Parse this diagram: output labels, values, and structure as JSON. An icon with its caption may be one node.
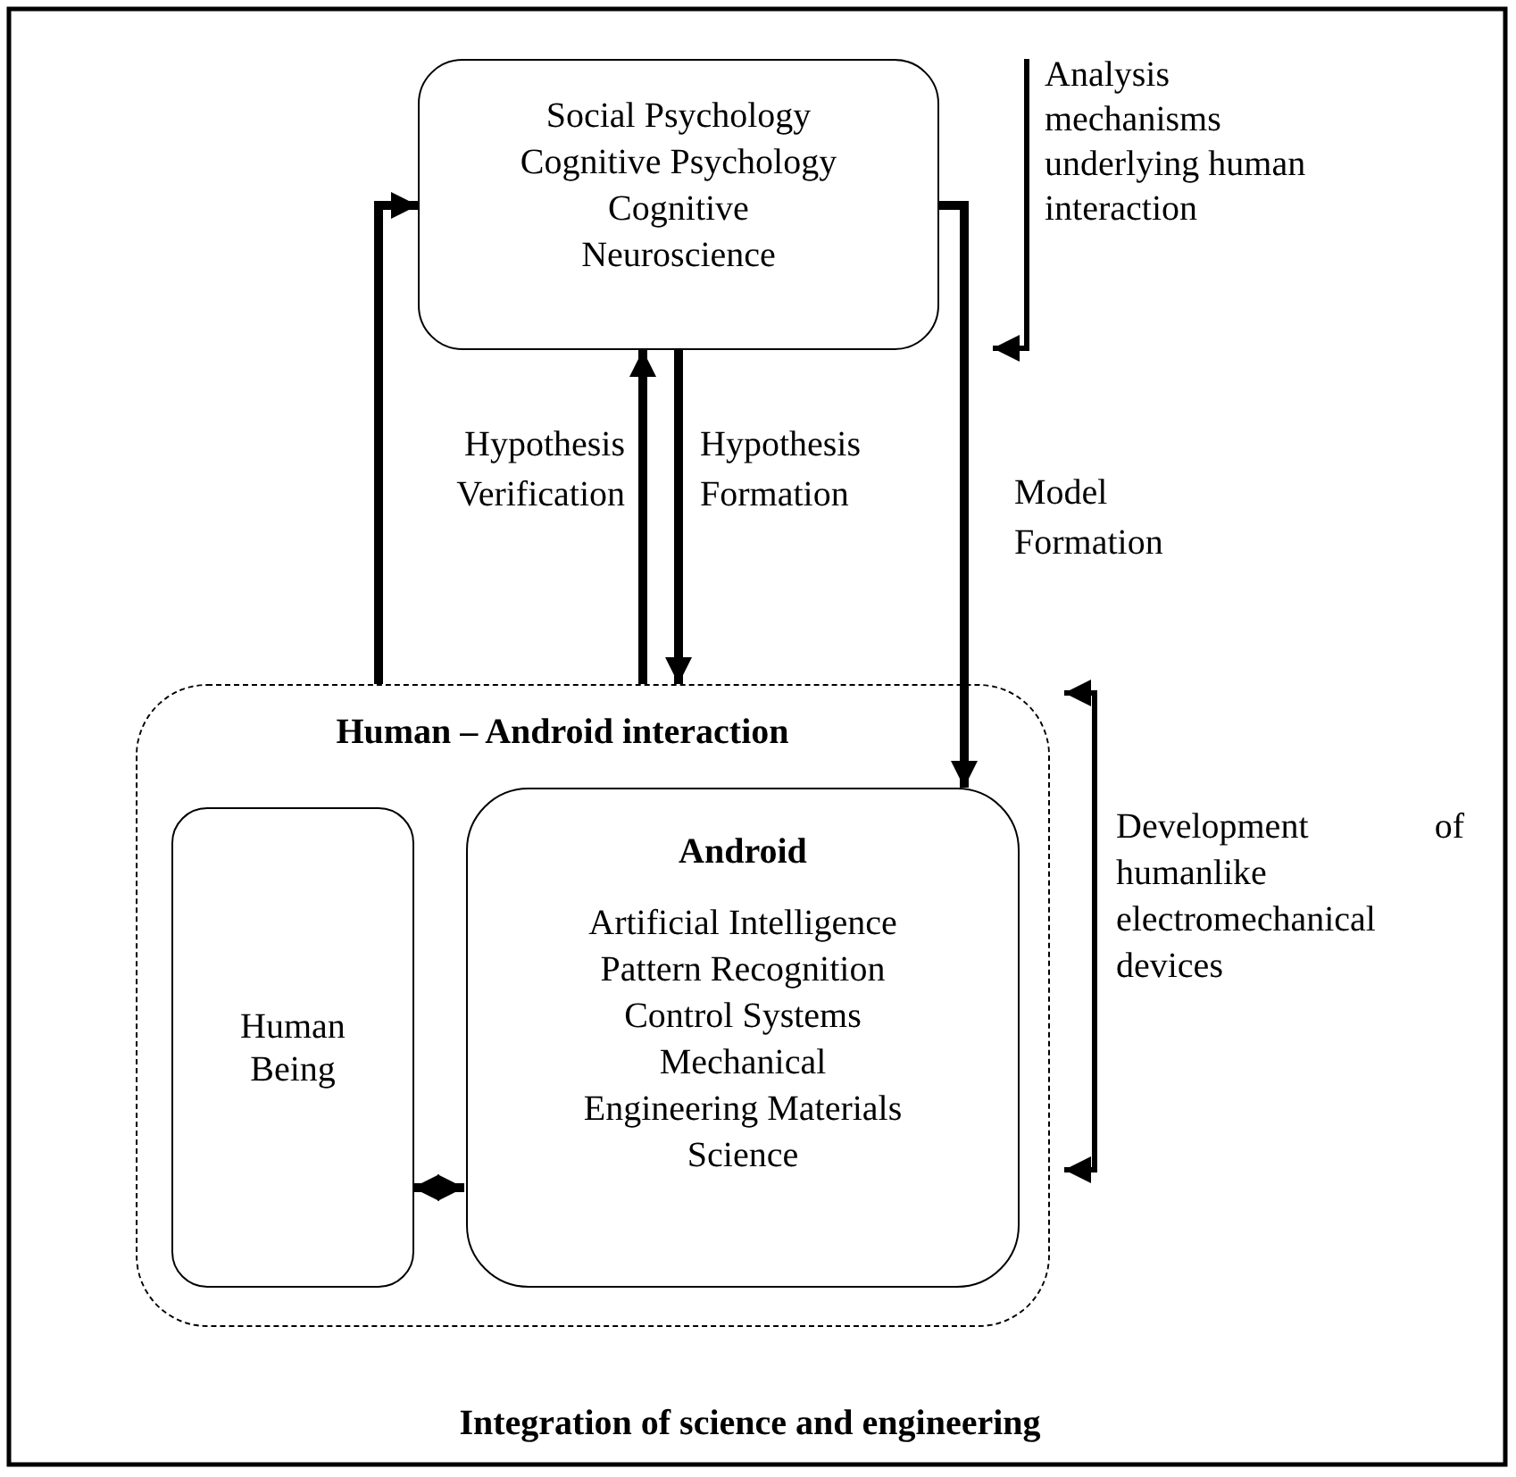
{
  "diagram": {
    "nodes": [
      {
        "text": [
          "Social Psychology Cognitive Psychology Cognitive Neuroscience"
        ]
      },
      {
        "text": [
          "Human – Android interaction"
        ]
      },
      {
        "text": [
          "Human Being"
        ],
        "in": 1
      },
      {
        "text": [
          "Android",
          "Artificial Intelligence Pattern Recognition Control Systems Mechanical Engineering Materials Science"
        ],
        "in": 1
      }
    ],
    "edges": [
      {
        "from": 1,
        "to": 0,
        "arrow": "to"
      },
      {
        "from": 1,
        "to": 0,
        "arrow": "to",
        "label": "Hypothesis Verification"
      },
      {
        "from": 0,
        "to": 1,
        "arrow": "to",
        "label": "Hypothesis Formation"
      },
      {
        "from": 0,
        "to": 3,
        "arrow": "to",
        "label": "Model Formation"
      },
      {
        "from": 2,
        "to": 3,
        "arrow": "both"
      }
    ],
    "labels": [
      "Analysis mechanisms underlying human interaction",
      "Development of humanlike electromechanical devices",
      "Integration of science and engineering"
    ]
  }
}
